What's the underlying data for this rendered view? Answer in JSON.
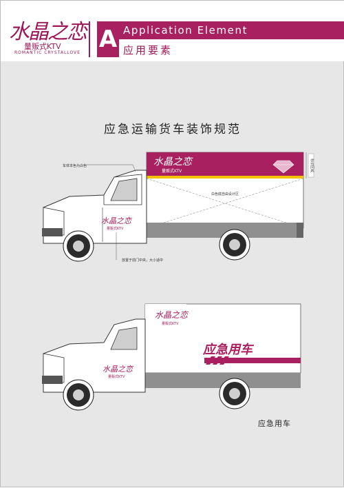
{
  "header": {
    "logo": {
      "name": "水晶之恋",
      "subtitle": "量贩式KTV",
      "english": "ROMANTIC CRYSTALLOVE"
    },
    "section_letter": "A",
    "title_en": "Application Element",
    "title_cn": "应用要素"
  },
  "page_title": "应急运输货车装饰规范",
  "truck1": {
    "annotation_body": "车体本色为白色",
    "annotation_area": "白色底自由设计区",
    "annotation_band": "标识区域",
    "annotation_door": "放置于前门中央，大小适中",
    "logo_cn": "水晶之恋",
    "logo_sub": "量贩式KTV"
  },
  "truck2": {
    "side_text": "应急用车",
    "logo_cn": "水晶之恋",
    "logo_sub": "量贩式KTV"
  },
  "caption": "应急用车",
  "colors": {
    "brand": "#a8205f",
    "stripe": "#f2c200"
  }
}
